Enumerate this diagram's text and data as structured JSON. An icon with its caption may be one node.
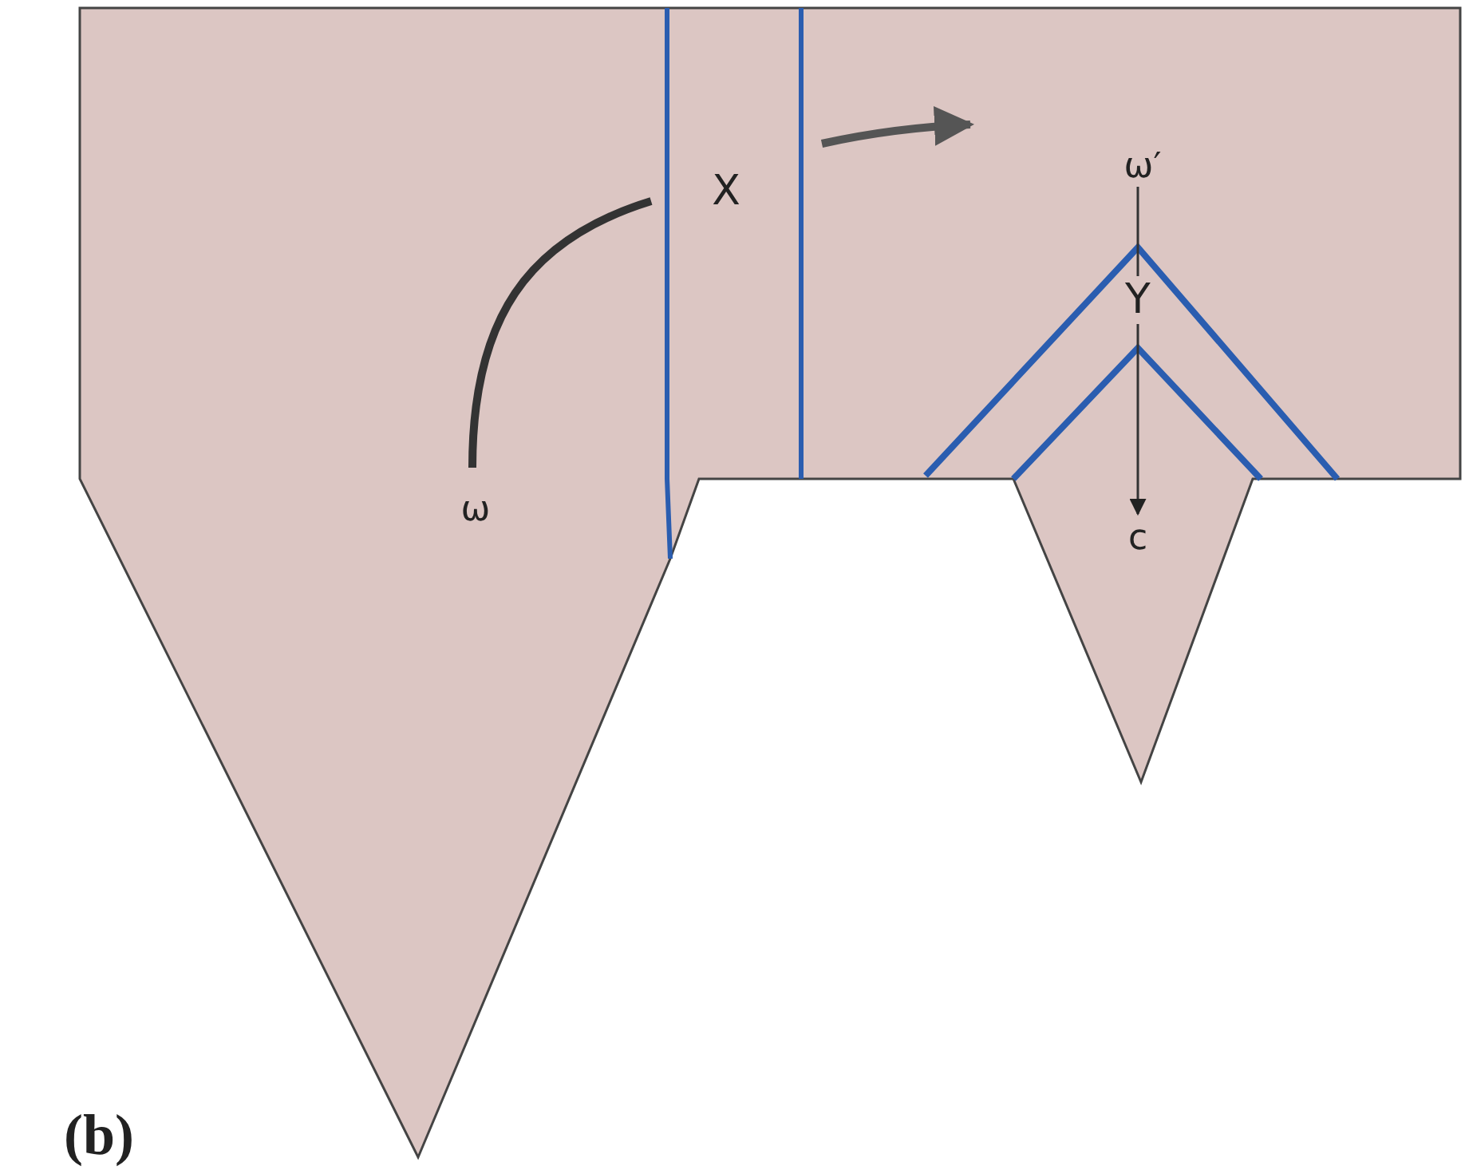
{
  "diagram": {
    "nodes": [
      {
        "text": [
          "ω"
        ]
      },
      {
        "text": [
          "X"
        ]
      },
      {
        "text": [
          "ω′"
        ]
      },
      {
        "text": [
          "Y"
        ]
      },
      {
        "text": [
          "c"
        ]
      }
    ],
    "edges": [
      {
        "from": 0,
        "to": 1,
        "arrow": "none",
        "style": "thick"
      },
      {
        "from": 2,
        "to": 3,
        "arrow": "none"
      },
      {
        "from": 3,
        "to": 4,
        "arrow": "to"
      }
    ],
    "labels": [
      "(b)"
    ]
  }
}
